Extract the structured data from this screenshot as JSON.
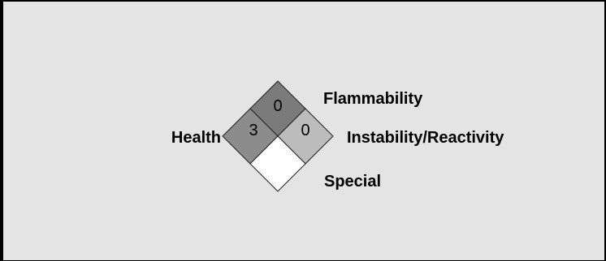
{
  "diagram": {
    "health": {
      "label": "Health",
      "value": "3",
      "color": "#8c8c8c"
    },
    "flammability": {
      "label": "Flammability",
      "value": "0",
      "color": "#7b7b7b"
    },
    "instability": {
      "label": "Instability/Reactivity",
      "value": "0",
      "color": "#bcbcbc"
    },
    "special": {
      "label": "Special",
      "value": "",
      "color": "#ffffff"
    }
  },
  "colors": {
    "background": "#e4e4e4",
    "outline": "#000000"
  }
}
